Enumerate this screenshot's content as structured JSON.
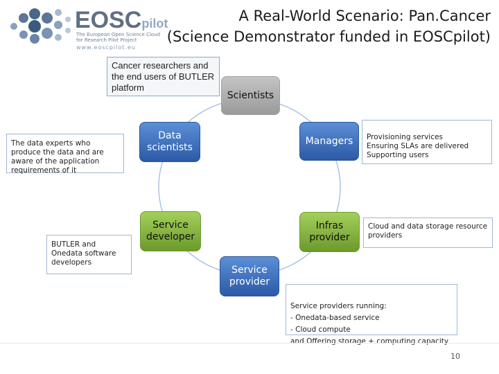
{
  "logo": {
    "brand": "EOSC",
    "brand_suffix": "pilot",
    "tagline": "The European Open Science Cloud for Research Pilot Project",
    "url": "www.eoscpilot.eu",
    "colors": {
      "dots": "#5b7697",
      "text": "#5f6f84"
    }
  },
  "title": {
    "line1": "A Real-World Scenario: Pan.Cancer",
    "line2": "(Science Demonstrator funded in EOSCpilot)"
  },
  "nodes": {
    "scientists": "Scientists",
    "data_scientists": "Data scientists",
    "managers": "Managers",
    "service_developer": "Service developer",
    "infras_provider": "Infras provider",
    "service_provider": "Service provider"
  },
  "notes": {
    "cancer_researchers": "Cancer researchers and the end users of BUTLER platform",
    "data_experts": "The data experts who produce the data and are aware of the application requirements of it",
    "butler_devs": "BUTLER and Onedata software developers",
    "provisioning": "Provisioning services\nEnsuring SLAs are delivered\nSupporting users",
    "cloud_storage": "Cloud and data storage resource providers",
    "service_providers_running": "Service providers running:\n- Onedata-based service\n- Cloud compute\nand Offering storage + computing capacity"
  },
  "page_number": "10",
  "colors": {
    "ring": "#aac3e6",
    "blue": "#2f5da8",
    "green": "#7aa83a",
    "gray": "#a8a8a8",
    "note_border": "#9fb6d6"
  }
}
